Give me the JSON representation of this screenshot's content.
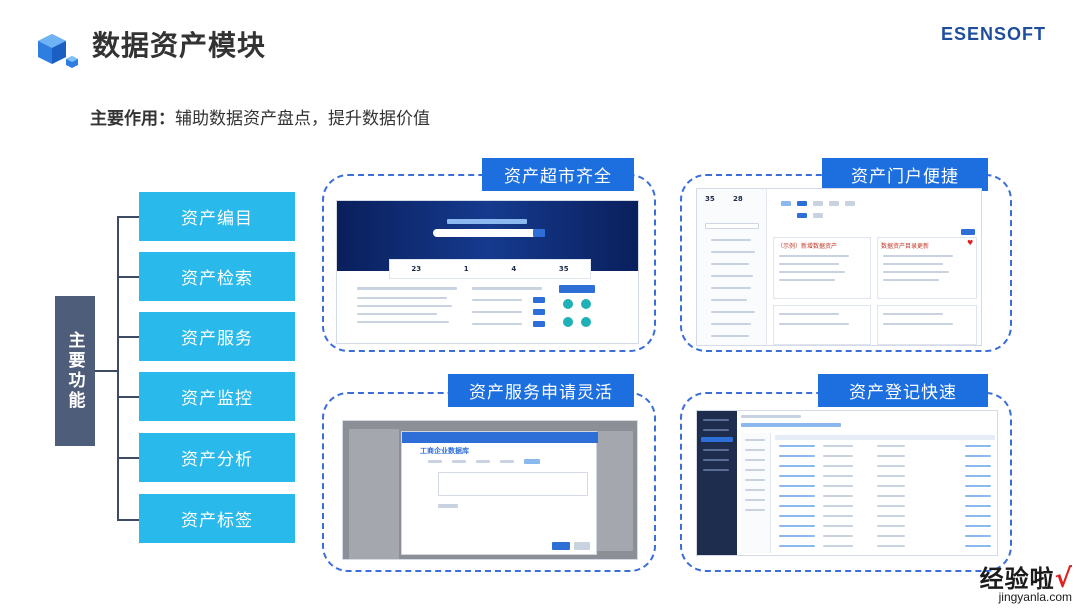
{
  "header": {
    "title": "数据资产模块",
    "brand": "ESENSOFT"
  },
  "subtitle": {
    "label": "主要作用：",
    "text": "辅助数据资产盘点，提升数据价值"
  },
  "main_function": "主要功能",
  "functions": [
    "资产编目",
    "资产检索",
    "资产服务",
    "资产监控",
    "资产分析",
    "资产标签"
  ],
  "panels": [
    {
      "label": "资产超市齐全"
    },
    {
      "label": "资产门户便捷"
    },
    {
      "label": "资产服务申请灵活"
    },
    {
      "label": "资产登记快速"
    }
  ],
  "screenshot_texts": {
    "market_stats": [
      "23",
      "1",
      "4",
      "35"
    ],
    "portal_stats": [
      "35",
      "28"
    ],
    "dialog_title": "工商企业数据库",
    "portal_card_1": "（示例）新增数据资产",
    "portal_card_2": "数据资产目录更新"
  },
  "watermark": {
    "text": "经验啦",
    "check": "√",
    "url": "jingyanla.com"
  },
  "colors": {
    "accent": "#1d6fe0",
    "function_box": "#29b9ea",
    "main_box": "#4e5d7a",
    "brand": "#1f4e9c"
  }
}
